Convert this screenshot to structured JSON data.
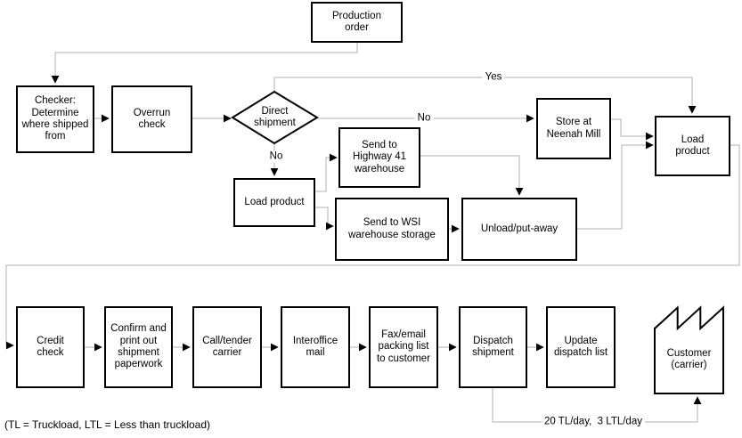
{
  "diagram_type": "flowchart",
  "nodes": {
    "production_order": "Production\norder",
    "checker": "Checker:\nDetermine\nwhere shipped\nfrom",
    "overrun_check": "Overrun\ncheck",
    "direct_shipment": "Direct\nshipment",
    "store_neenah": "Store at\nNeenah Mill",
    "load_product_right": "Load\nproduct",
    "send_highway41": "Send to\nHighway 41\nwarehouse",
    "load_product_mid": "Load product",
    "send_wsi": "Send to WSI\nwarehouse storage",
    "unload_putaway": "Unload/put-away",
    "credit_check": "Credit\ncheck",
    "confirm_paperwork": "Confirm and\nprint out\nshipment\npaperwork",
    "call_tender_carrier": "Call/tender\ncarrier",
    "interoffice_mail": "Interoffice\nmail",
    "fax_email_packing": "Fax/email\npacking list\nto customer",
    "dispatch_shipment": "Dispatch\nshipment",
    "update_dispatch_list": "Update\ndispatch list",
    "customer_carrier": "Customer\n(carrier)"
  },
  "labels": {
    "yes": "Yes",
    "no_to_store": "No",
    "no_to_load": "No",
    "rate": "20 TL/day,  3 LTL/day",
    "legend": "(TL = Truckload, LTL = Less than truckload)"
  },
  "colors": {
    "connector": "#b0b0b0",
    "shape_border": "#000000",
    "arrowhead": "#000000",
    "background": "#ffffff",
    "text": "#000000"
  }
}
